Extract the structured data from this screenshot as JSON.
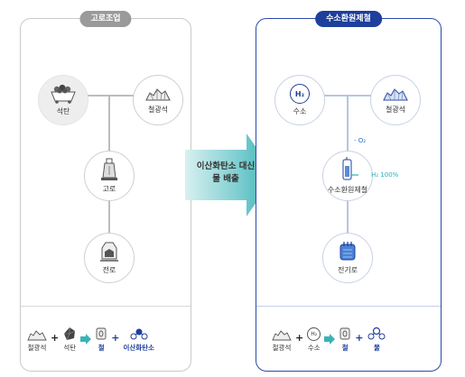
{
  "left_panel": {
    "title": "고로조업",
    "nodes": {
      "coal": "석탄",
      "iron_ore": "철광석",
      "blast_furnace": "고로",
      "converter": "전로"
    },
    "equation": {
      "input1": "철광석",
      "op1": "+",
      "input2": "석탄",
      "output1": "철",
      "op2": "+",
      "output2": "이산화탄소"
    }
  },
  "arrow": {
    "line1": "이산화탄소 대신",
    "line2": "물 배출"
  },
  "right_panel": {
    "title": "수소환원제철",
    "nodes": {
      "hydrogen": "수소",
      "hydrogen_symbol": "H₂",
      "iron_ore": "철광석",
      "reduction": "수소환원제철",
      "o2_label": "- O₂",
      "h2_label": "H₂ 100%",
      "eaf": "전기로"
    },
    "equation": {
      "input1": "철광석",
      "op1": "+",
      "input2": "수소",
      "input2_symbol": "H₂",
      "output1": "철",
      "op2": "+",
      "output2": "물"
    }
  },
  "colors": {
    "right_accent": "#1e3f9c",
    "left_tag": "#9a9a9a",
    "arrow_teal": "#39b3b8"
  }
}
